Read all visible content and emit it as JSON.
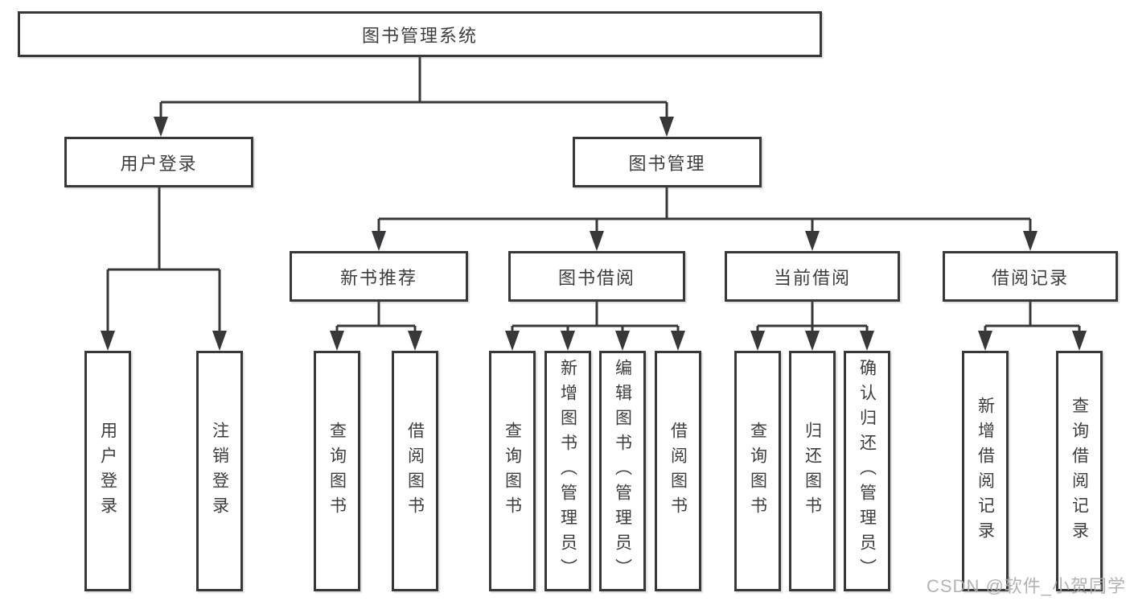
{
  "diagram": {
    "type": "hierarchy-tree",
    "colors": {
      "line": "#38383a",
      "box_border": "#38383a",
      "box_fill": "#ffffff",
      "text": "#3d3d3f",
      "watermark": "#acacac",
      "background": "#ffffff"
    },
    "tree": {
      "label": "图书管理系统",
      "children": [
        {
          "label": "用户登录",
          "children": [
            {
              "label": "用户登录"
            },
            {
              "label": "注销登录"
            }
          ]
        },
        {
          "label": "图书管理",
          "children": [
            {
              "label": "新书推荐",
              "children": [
                {
                  "label": "查询图书"
                },
                {
                  "label": "借阅图书"
                }
              ]
            },
            {
              "label": "图书借阅",
              "children": [
                {
                  "label": "查询图书"
                },
                {
                  "label": "新增图书（管理员）"
                },
                {
                  "label": "编辑图书（管理员）"
                },
                {
                  "label": "借阅图书"
                }
              ]
            },
            {
              "label": "当前借阅",
              "children": [
                {
                  "label": "查询图书"
                },
                {
                  "label": "归还图书"
                },
                {
                  "label": "确认归还（管理员）"
                }
              ]
            },
            {
              "label": "借阅记录",
              "children": [
                {
                  "label": "新增借阅记录"
                },
                {
                  "label": "查询借阅记录"
                }
              ]
            }
          ]
        }
      ]
    },
    "watermark": {
      "text": "CSDN @软件_小贺同学"
    }
  }
}
